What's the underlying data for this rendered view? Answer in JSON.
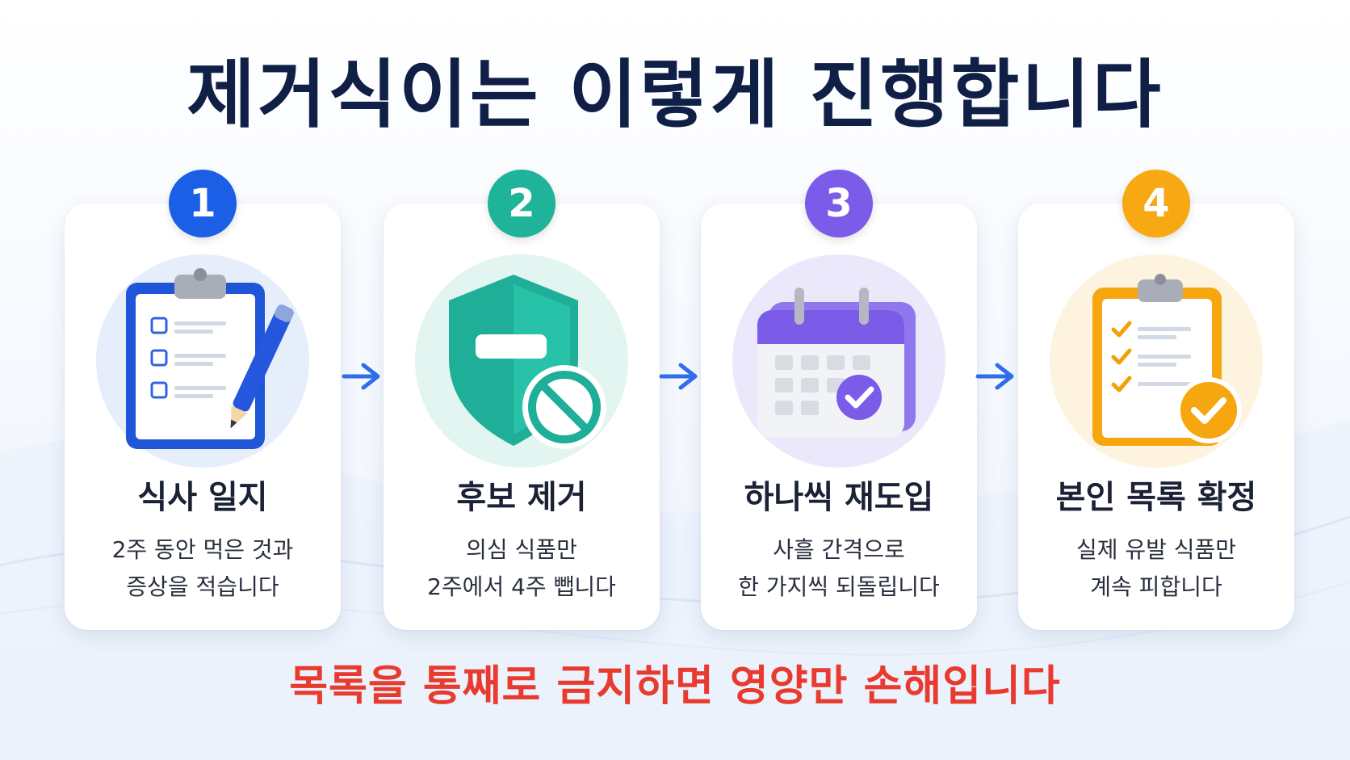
{
  "title": "제거식이는 이렇게 진행합니다",
  "steps": [
    {
      "number": "1",
      "title": "식사 일지",
      "desc_lines": [
        "2주 동안 먹은 것과",
        "증상을 적습니다"
      ],
      "color": "#1a5fe6",
      "icon": "clipboard-pen-icon"
    },
    {
      "number": "2",
      "title": "후보 제거",
      "desc_lines": [
        "의심 식품만",
        "2주에서 4주 뺍니다"
      ],
      "color": "#1fb39a",
      "icon": "shield-block-icon"
    },
    {
      "number": "3",
      "title": "하나씩 재도입",
      "desc_lines": [
        "사흘 간격으로",
        "한 가지씩 되돌립니다"
      ],
      "color": "#7a5ce8",
      "icon": "calendar-check-icon"
    },
    {
      "number": "4",
      "title": "본인 목록 확정",
      "desc_lines": [
        "실제 유발 식품만",
        "계속 피합니다"
      ],
      "color": "#f7a812",
      "icon": "checklist-approved-icon"
    }
  ],
  "footer": "목록을 통째로 금지하면 영양만 손해입니다"
}
